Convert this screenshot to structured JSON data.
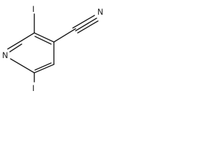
{
  "molecule": {
    "atoms": {
      "iodine_top": "I",
      "iodine_bottom": "I",
      "ring_nitrogen": "N",
      "nitrile_nitrogen": "N"
    }
  }
}
